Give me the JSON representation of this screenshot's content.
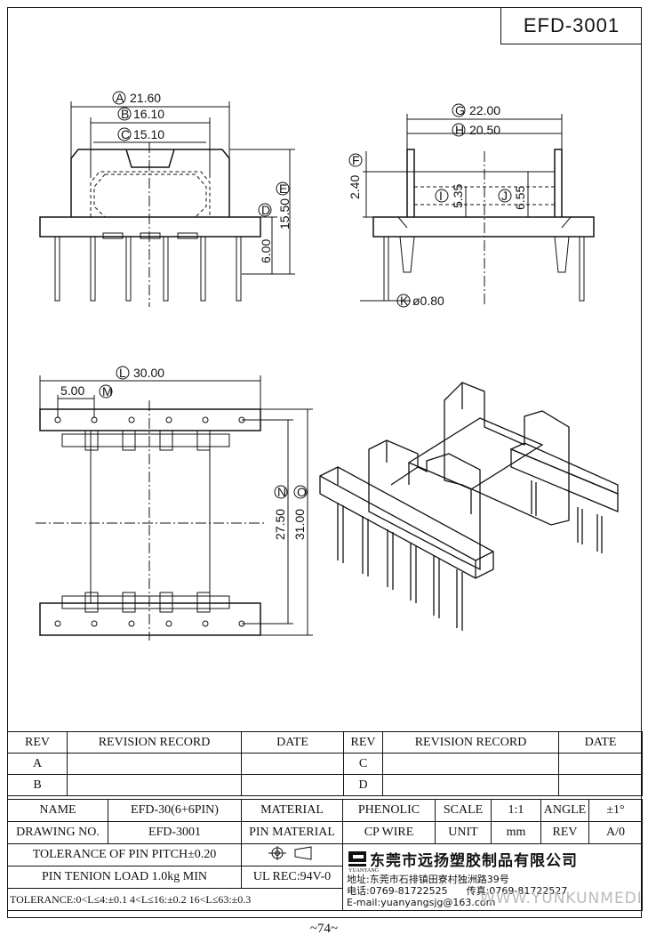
{
  "part_no": "EFD-3001",
  "page_number": "~74~",
  "dims": {
    "A": "A",
    "A_val": "21.60",
    "B": "B",
    "B_val": "16.10",
    "C": "C",
    "C_val": "15.10",
    "D": "D",
    "E": "E",
    "E_val": "15.50",
    "D_val": "6.00",
    "F": "F",
    "F_val": "2.40",
    "G": "G",
    "G_val": "22.00",
    "H": "H",
    "H_val": "20.50",
    "I": "I",
    "I_val": "5.35",
    "J": "J",
    "J_val": "6.55",
    "K": "K",
    "K_val": "ø0.80",
    "L": "L",
    "L_val": "30.00",
    "M": "M",
    "M_val": "5.00",
    "N": "N",
    "N_val": "27.50",
    "O": "O",
    "O_val": "31.00"
  },
  "revision": {
    "headers": [
      "REV",
      "REVISION RECORD",
      "DATE",
      "REV",
      "REVISION RECORD",
      "DATE"
    ],
    "rows": [
      {
        "rev_left": "A",
        "rev_right": "C"
      },
      {
        "rev_left": "B",
        "rev_right": "D"
      }
    ]
  },
  "title_block": {
    "name_label": "NAME",
    "name_value": "EFD-30(6+6PIN)",
    "material_label": "MATERIAL",
    "material_value": "PHENOLIC",
    "scale_label": "SCALE",
    "scale_value": "1:1",
    "angle_label": "ANGLE",
    "angle_value": "±1°",
    "drawing_no_label": "DRAWING NO.",
    "drawing_no_value": "EFD-3001",
    "pin_material_label": "PIN MATERIAL",
    "pin_material_value": "CP WIRE",
    "unit_label": "UNIT",
    "unit_value": "mm",
    "rev_label": "REV",
    "rev_value": "A/0",
    "pitch_tolerance": "TOLERANCE OF PIN PITCH±0.20",
    "pin_load": "PIN TENION LOAD 1.0kg MIN",
    "ul_rec": "UL REC:94V-0",
    "tolerance": "TOLERANCE:0<L≤4:±0.1  4<L≤16:±0.2  16<L≤63:±0.3",
    "company_name": "东莞市远扬塑胶制品有限公司",
    "logo_text": "YUANYANG",
    "address": "地址:东莞市石排镇田寮村独洲路39号",
    "phone": "电话:0769-81722525",
    "fax": "传真:0769-81722527",
    "email": "E-mail:yuanyangsjg@163.com",
    "watermark": "WWW.YUNKUNMEDIA.COM"
  }
}
